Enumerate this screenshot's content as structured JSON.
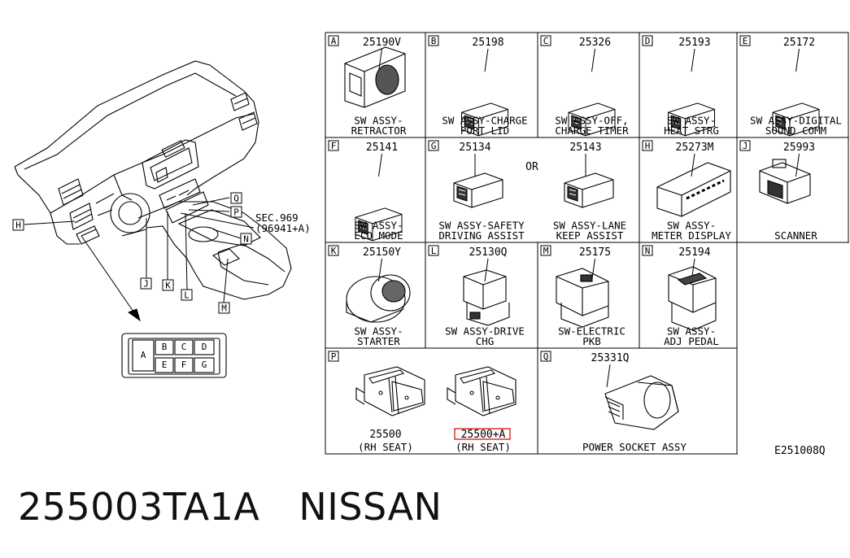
{
  "diagram_code": "E251008Q",
  "footer": {
    "part_number": "255003TA1A",
    "brand": "NISSAN"
  },
  "overview": {
    "sec_ref_line1": "SEC.969",
    "sec_ref_line2": "(96941+A)",
    "callouts": [
      "H",
      "Q",
      "P",
      "N",
      "J",
      "K",
      "L",
      "M"
    ],
    "cluster_keys": [
      "A",
      "B",
      "C",
      "D",
      "E",
      "F",
      "G"
    ]
  },
  "cells": [
    {
      "letter": "A",
      "parts": [
        "25190V"
      ],
      "lines": [
        "SW ASSY-",
        "RETRACTOR"
      ]
    },
    {
      "letter": "B",
      "parts": [
        "25198"
      ],
      "lines": [
        "SW ASSY-CHARGE",
        "PORT LID"
      ]
    },
    {
      "letter": "C",
      "parts": [
        "25326"
      ],
      "lines": [
        "SW ASSY-OFF,",
        "CHARGE TIMER"
      ]
    },
    {
      "letter": "D",
      "parts": [
        "25193"
      ],
      "lines": [
        "SW ASSY-",
        "HEAT STRG"
      ]
    },
    {
      "letter": "E",
      "parts": [
        "25172"
      ],
      "lines": [
        "SW ASSY-DIGITAL",
        "SOUND COMM"
      ]
    },
    {
      "letter": "F",
      "parts": [
        "25141"
      ],
      "lines": [
        "SW ASSY-",
        "ECO MODE"
      ]
    },
    {
      "letter": "G",
      "parts": [
        "25134",
        "25143"
      ],
      "or": "OR",
      "lines": [
        "SW ASSY-SAFETY",
        "DRIVING ASSIST"
      ],
      "lines2": [
        "SW ASSY-LANE",
        "KEEP ASSIST"
      ]
    },
    {
      "letter": "H",
      "parts": [
        "25273M"
      ],
      "lines": [
        "SW ASSY-",
        "METER DISPLAY"
      ]
    },
    {
      "letter": "J",
      "parts": [
        "25993"
      ],
      "lines": [
        "SCANNER"
      ]
    },
    {
      "letter": "K",
      "parts": [
        "25150Y"
      ],
      "lines": [
        "SW ASSY-",
        "STARTER"
      ]
    },
    {
      "letter": "L",
      "parts": [
        "25130Q"
      ],
      "lines": [
        "SW ASSY-DRIVE",
        "CHG"
      ]
    },
    {
      "letter": "M",
      "parts": [
        "25175"
      ],
      "lines": [
        "SW-ELECTRIC",
        "PKB"
      ]
    },
    {
      "letter": "N",
      "parts": [
        "25194"
      ],
      "lines": [
        "SW ASSY-",
        "ADJ PEDAL"
      ]
    },
    {
      "letter": "P",
      "parts": [
        "25500",
        "25500+A"
      ],
      "lines": [
        "(RH SEAT)"
      ],
      "lines2": [
        "(RH SEAT)"
      ]
    },
    {
      "letter": "Q",
      "parts": [
        "25331Q"
      ],
      "lines": [
        "POWER SOCKET ASSY"
      ]
    }
  ]
}
